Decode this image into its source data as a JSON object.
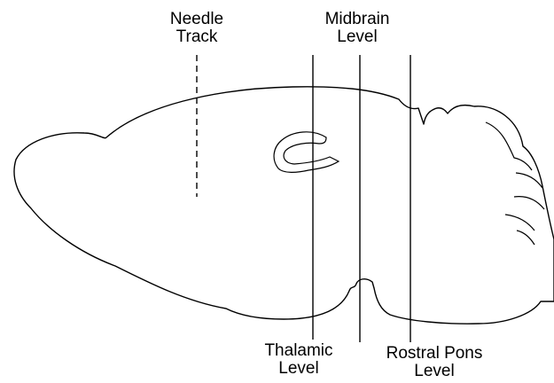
{
  "diagram": {
    "colors": {
      "stroke": "#000000",
      "background": "#ffffff"
    },
    "labels": {
      "needle_track": {
        "line1": "Needle",
        "line2": "Track"
      },
      "midbrain_level": {
        "line1": "Midbrain",
        "line2": "Level"
      },
      "thalamic_level": {
        "line1": "Thalamic",
        "line2": "Level"
      },
      "rostral_pons_level": {
        "line1": "Rostral Pons",
        "line2": "Level"
      }
    }
  }
}
